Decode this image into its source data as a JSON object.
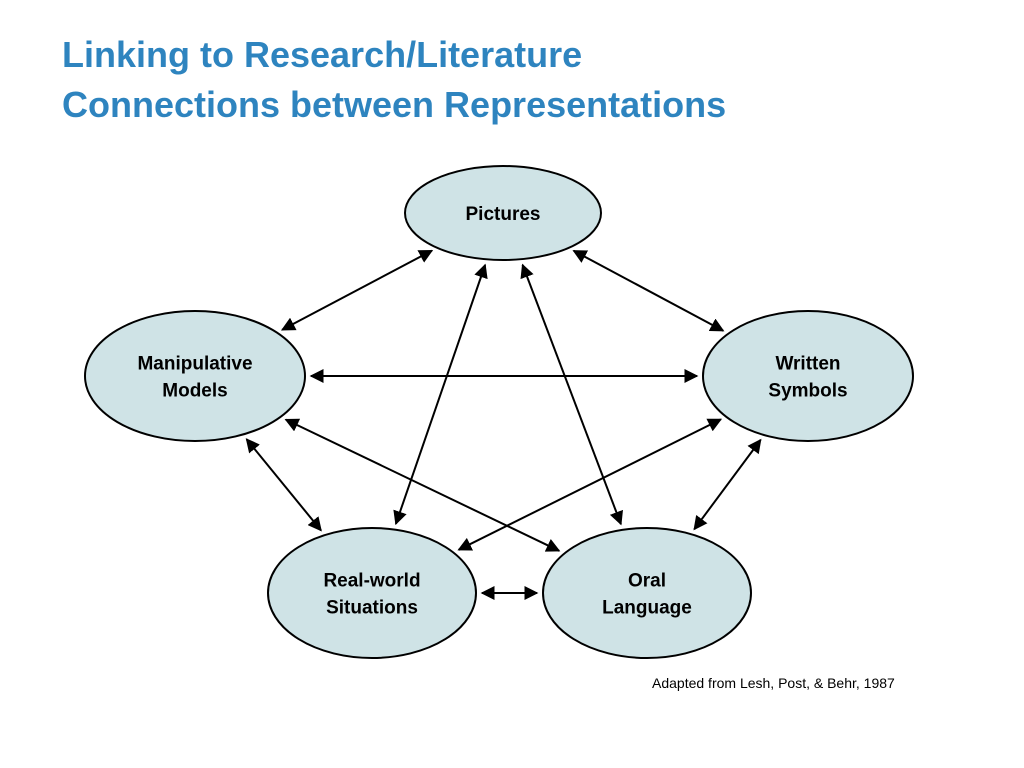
{
  "title": {
    "line1": "Linking to Research/Literature",
    "line2": "Connections between Representations"
  },
  "colors": {
    "title": "#2e84bf",
    "node_fill": "#cfe3e6",
    "stroke": "#000000"
  },
  "nodes": {
    "pictures": {
      "lines": [
        "Pictures"
      ]
    },
    "manipulative": {
      "lines": [
        "Manipulative",
        "Models"
      ]
    },
    "written": {
      "lines": [
        "Written",
        "Symbols"
      ]
    },
    "realworld": {
      "lines": [
        "Real-world",
        "Situations"
      ]
    },
    "oral": {
      "lines": [
        "Oral",
        "Language"
      ]
    }
  },
  "edges": [
    {
      "from": "pictures",
      "to": "manipulative"
    },
    {
      "from": "pictures",
      "to": "written"
    },
    {
      "from": "pictures",
      "to": "realworld"
    },
    {
      "from": "pictures",
      "to": "oral"
    },
    {
      "from": "manipulative",
      "to": "written"
    },
    {
      "from": "manipulative",
      "to": "realworld"
    },
    {
      "from": "manipulative",
      "to": "oral"
    },
    {
      "from": "written",
      "to": "realworld"
    },
    {
      "from": "written",
      "to": "oral"
    },
    {
      "from": "realworld",
      "to": "oral"
    }
  ],
  "caption": "Adapted from Lesh, Post, & Behr, 1987"
}
